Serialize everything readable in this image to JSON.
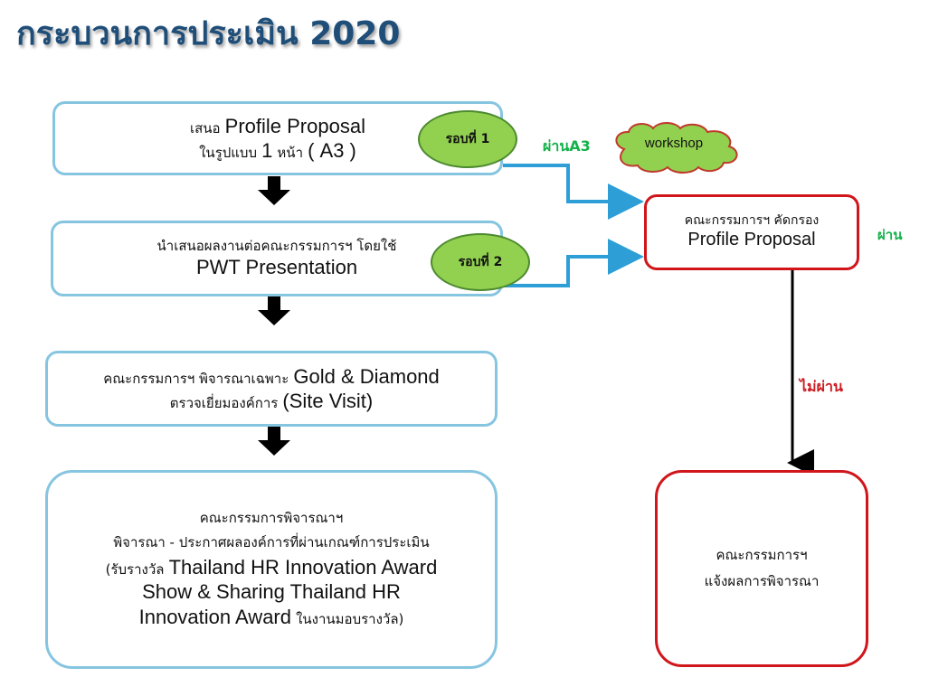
{
  "title": "กระบวนการประเมิน 2020",
  "steps": [
    {
      "line1_thai": "เสนอ",
      "line1_lat": "Profile Proposal",
      "line2_thai": "ในรูปแบบ",
      "line2_lat": "1",
      "line2_thai_b": "หน้า",
      "line2_lat_b": "( A3 )"
    },
    {
      "line1": "นำเสนอผลงานต่อคณะกรรมการฯ โดยใช้",
      "line2": "PWT Presentation"
    },
    {
      "line1_thai": "คณะกรรมการฯ พิจารณาเฉพาะ",
      "line1_lat": "Gold & Diamond",
      "line2_thai": "ตรวจเยี่ยมองค์การ",
      "line2_lat": "(Site Visit)"
    },
    {
      "line1": "คณะกรรมการพิจารณาฯ",
      "line2": "พิจารณา - ประกาศผลองค์การที่ผ่านเกณฑ์การประเมิน",
      "line3_thai": "(รับรางวัล",
      "line3_lat": "Thailand HR Innovation Award",
      "line4": "Show & Sharing Thailand HR",
      "line5_lat": "Innovation Award",
      "line5_thai": "ในงานมอบรางวัล)"
    }
  ],
  "round1": "รอบที่ 1",
  "round2": "รอบที่ 2",
  "pass_a3": "ผ่านA3",
  "workshop": "workshop",
  "screening": {
    "line1": "คณะกรรมการฯ คัดกรอง",
    "line2": "Profile Proposal"
  },
  "pass": "ผ่าน",
  "fail": "ไม่ผ่าน",
  "notify": {
    "line1": "คณะกรรมการฯ",
    "line2": "แจ้งผลการพิจารณา"
  },
  "colors": {
    "box_border": "#86c5e0",
    "red_border": "#d0161b",
    "oval": "#92d050",
    "connector": "#2e9fd6",
    "title": "#1f4e79"
  }
}
